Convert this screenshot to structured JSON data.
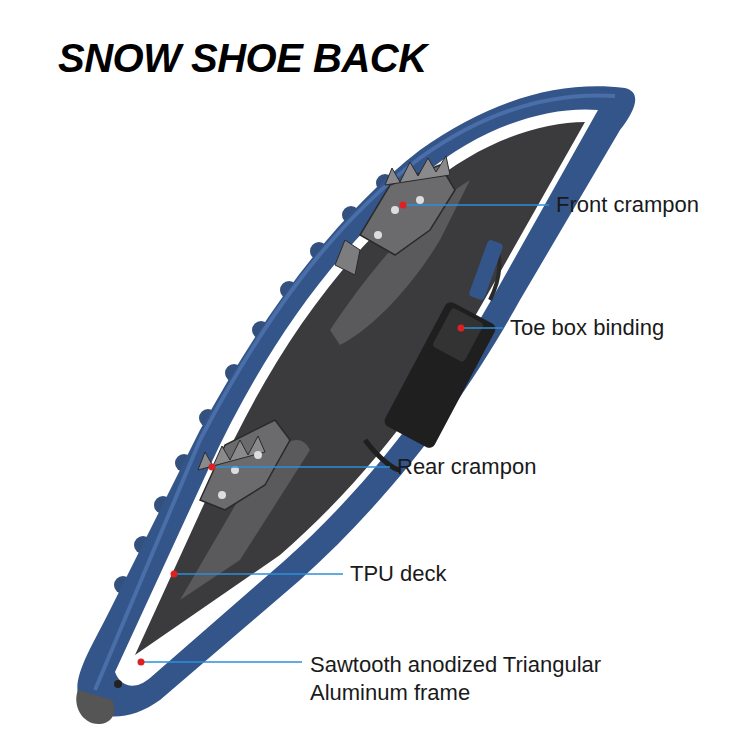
{
  "diagram": {
    "title": "SNOW SHOE BACK",
    "labels": [
      "Front crampon",
      "Toe box binding",
      "Rear crampon",
      "TPU deck",
      "Sawtooth anodized Triangular Aluminum frame"
    ]
  }
}
